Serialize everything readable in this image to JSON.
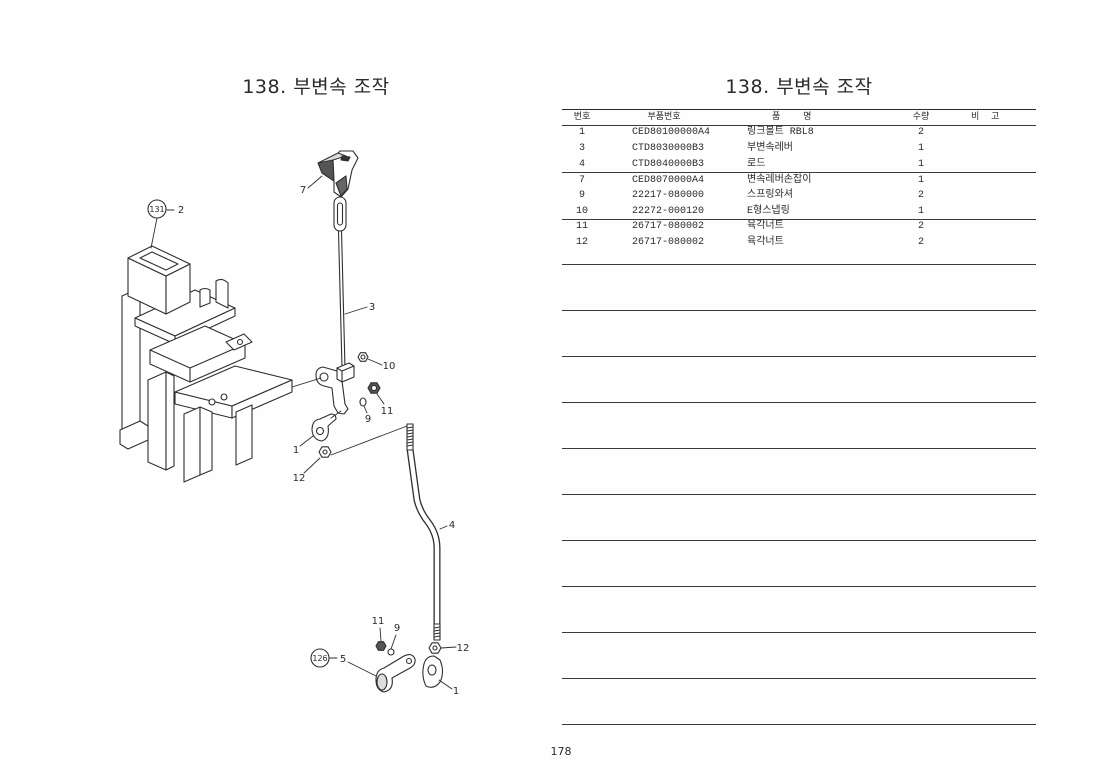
{
  "left_page": {
    "title": "138. 부변속 조작",
    "callouts": {
      "ref_131": "131",
      "ref_131_part": "2",
      "part_7": "7",
      "part_3": "3",
      "part_10": "10",
      "part_11_upper": "11",
      "part_9_upper": "9",
      "part_1_upper": "1",
      "part_12_upper": "12",
      "part_4": "4",
      "part_11_lower": "11",
      "part_9_lower": "9",
      "ref_126": "126",
      "ref_126_part": "5",
      "part_12_lower": "12",
      "part_1_lower": "1"
    }
  },
  "right_page": {
    "title": "138. 부변속 조작",
    "table": {
      "headers": {
        "no": "번호",
        "part_no": "부품번호",
        "name": "품 명",
        "qty": "수량",
        "remarks": "비 고"
      },
      "rows": [
        {
          "no": "1",
          "part_no": "CED80100000A4",
          "name": "링크볼트 RBL8",
          "qty": "2"
        },
        {
          "no": "3",
          "part_no": "CTD8030000B3",
          "name": "부변속레버",
          "qty": "1"
        },
        {
          "no": "4",
          "part_no": "CTD8040000B3",
          "name": "로드",
          "qty": "1"
        },
        {
          "no": "7",
          "part_no": "CED8070000A4",
          "name": "변속레버손잡이",
          "qty": "1"
        },
        {
          "no": "9",
          "part_no": "22217-080000",
          "name": "스프링와셔",
          "qty": "2"
        },
        {
          "no": "10",
          "part_no": "22272-000120",
          "name": "E형스냅링",
          "qty": "1"
        },
        {
          "no": "11",
          "part_no": "26717-080002",
          "name": "육각너트",
          "qty": "2"
        },
        {
          "no": "12",
          "part_no": "26717-080002",
          "name": "육각너트",
          "qty": "2"
        }
      ]
    }
  },
  "page_number": "178"
}
